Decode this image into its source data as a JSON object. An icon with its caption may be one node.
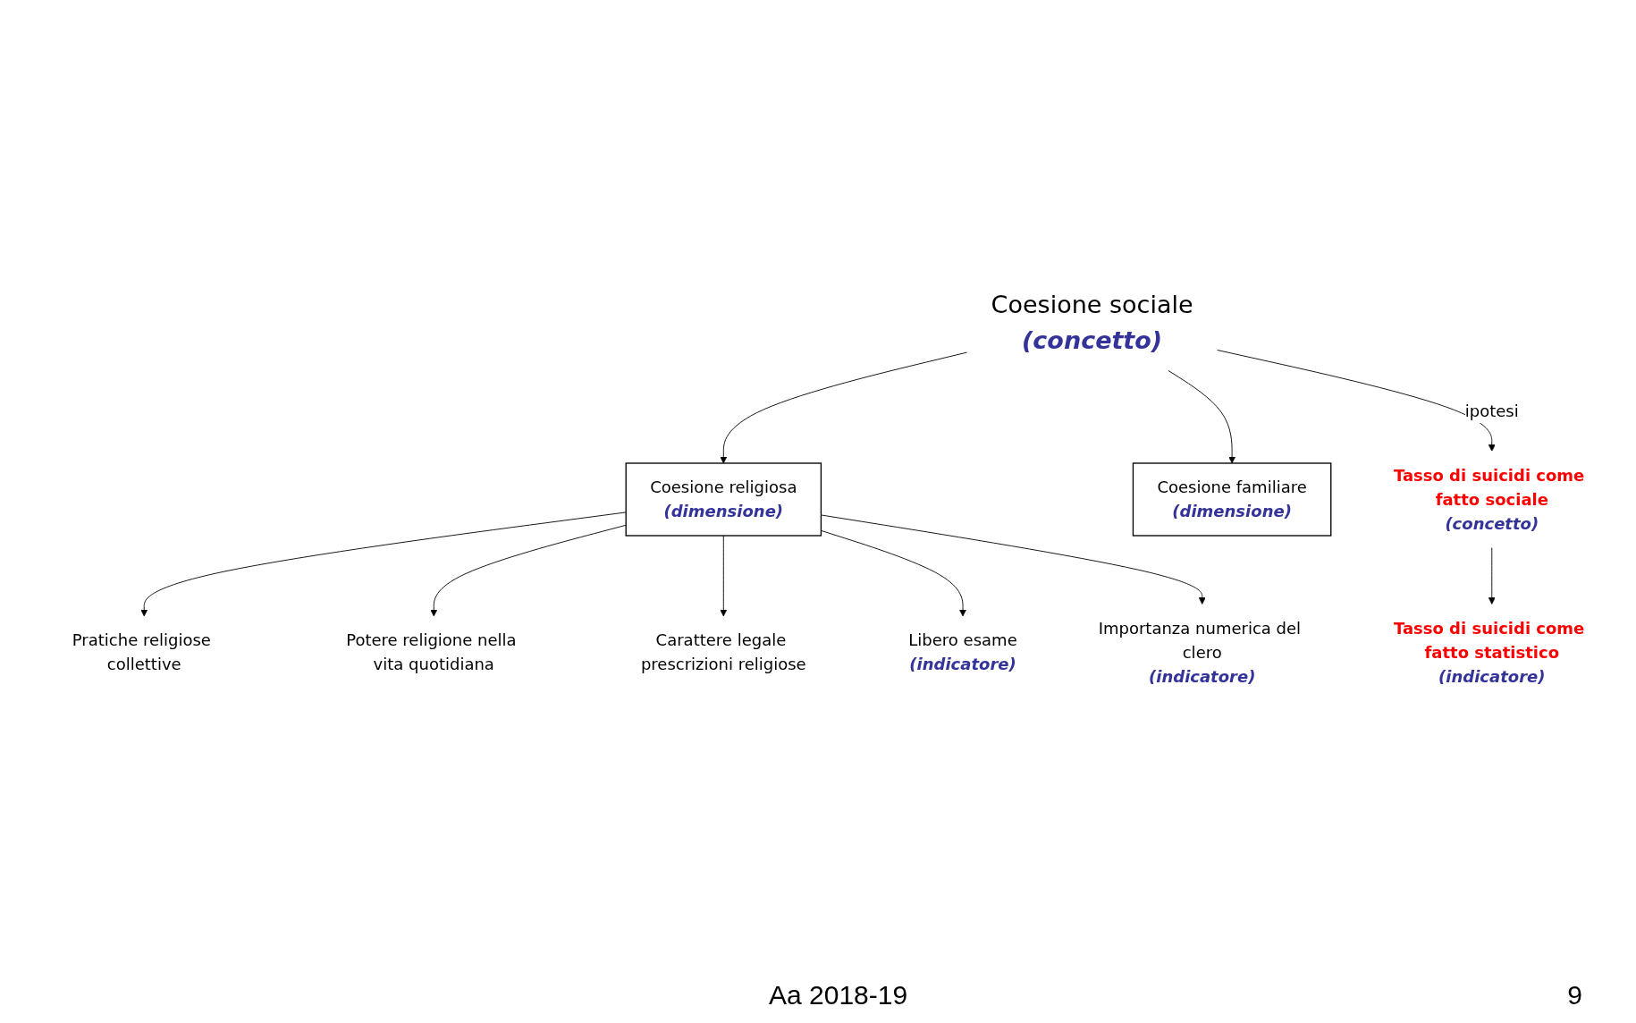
{
  "diagram": {
    "nodes": [
      {
        "text": [
          "Coesione sociale",
          "(concetto)"
        ]
      },
      {
        "text": [
          "Tasso di suicidi come fatto sociale",
          "(concetto)"
        ]
      },
      {
        "text": [
          "Coesione familiare",
          "(dimensione)"
        ]
      },
      {
        "text": [
          "Coesione religiosa",
          "(dimensione)"
        ]
      },
      {
        "text": [
          "Pratiche religiose collettive"
        ]
      },
      {
        "text": [
          "Potere religione nella vita quotidiana"
        ]
      },
      {
        "text": [
          "Carattere legale prescrizioni religiose"
        ]
      },
      {
        "text": [
          "Libero esame",
          "(indicatore)"
        ]
      },
      {
        "text": [
          "Importanza numerica del clero",
          "(indicatore)"
        ]
      },
      {
        "text": [
          "Tasso di suicidi come fatto statistico",
          "(indicatore)"
        ]
      }
    ],
    "edges": [
      {
        "from": 0,
        "to": 3,
        "arrow": "to"
      },
      {
        "from": 0,
        "to": 2,
        "arrow": "to"
      },
      {
        "from": 0,
        "to": 1,
        "label": "ipotesi",
        "arrow": "to"
      },
      {
        "from": 1,
        "to": 9,
        "arrow": "to"
      },
      {
        "from": 3,
        "to": 4,
        "arrow": "to"
      },
      {
        "from": 3,
        "to": 5,
        "arrow": "to"
      },
      {
        "from": 3,
        "to": 6,
        "arrow": "to"
      },
      {
        "from": 3,
        "to": 7,
        "arrow": "to"
      },
      {
        "from": 3,
        "to": 8,
        "arrow": "to"
      }
    ],
    "labels": [
      "Aa 2018-19",
      "9"
    ]
  }
}
